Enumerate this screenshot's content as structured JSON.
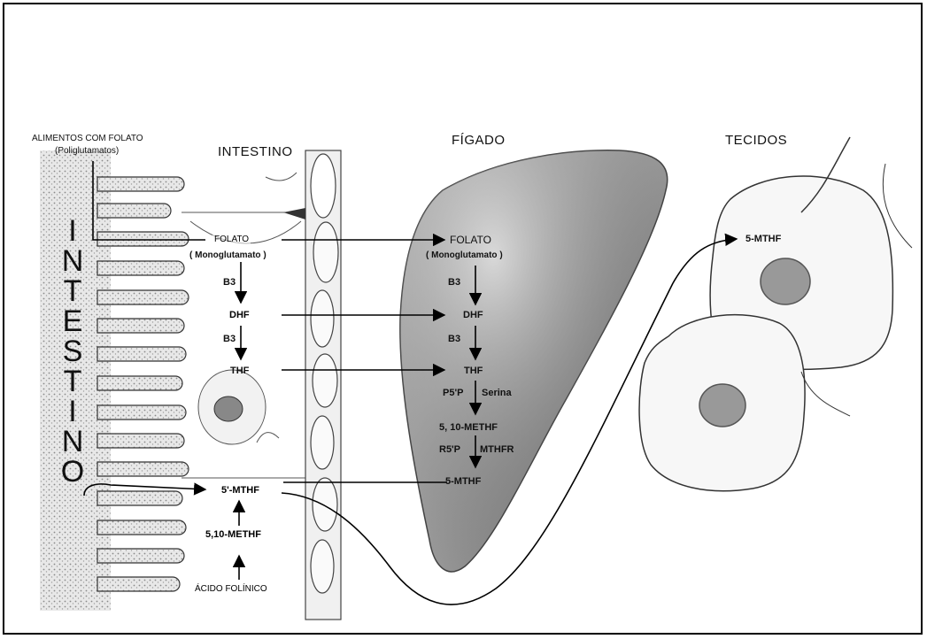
{
  "headers": {
    "intestino": "INTESTINO",
    "figado": "FÍGADO",
    "tecidos": "TECIDOS"
  },
  "source": {
    "line1": "ALIMENTOS COM FOLATO",
    "line2": "(Poliglutamatos)"
  },
  "vertical_word": [
    "I",
    "N",
    "T",
    "E",
    "S",
    "T",
    "I",
    "N",
    "O"
  ],
  "intestine": {
    "folato": "FOLATO",
    "monoglutamato": "( Monoglutamato )",
    "b3_1": "B3",
    "dhf": "DHF",
    "b3_2": "B3",
    "thf": "THF",
    "mthf": "5'-MTHF",
    "methf": "5,10-METHF",
    "acido": "ÁCIDO FOLÍNICO"
  },
  "liver": {
    "folato": "FOLATO",
    "monoglutamato": "( Monoglutamato )",
    "b3_1": "B3",
    "dhf": "DHF",
    "b3_2": "B3",
    "thf": "THF",
    "p5p": "P5'P",
    "serina": "Serina",
    "methf": "5, 10-METHF",
    "r5p": "R5'P",
    "mthfr": "MTHFR",
    "mthf": "5-MTHF"
  },
  "tissue": {
    "mthf": "5-MTHF"
  }
}
